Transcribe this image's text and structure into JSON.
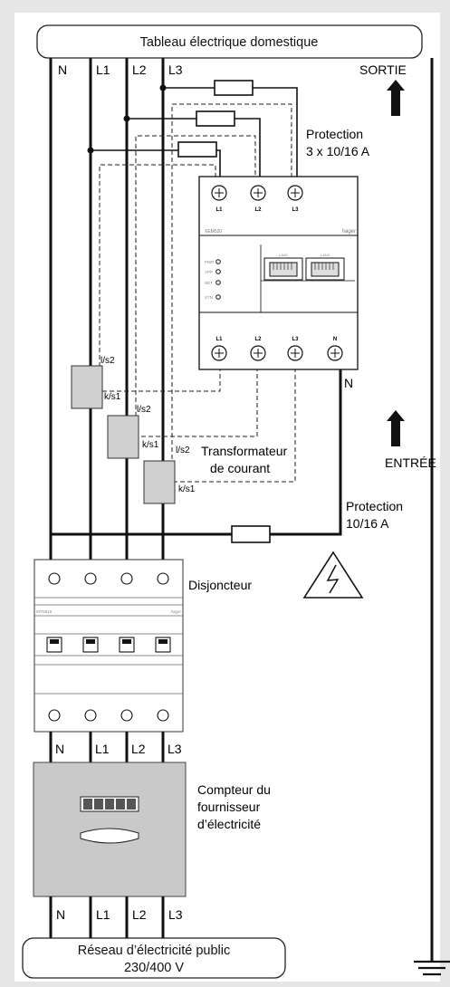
{
  "diagram": {
    "top_title": "Tableau électrique domestique",
    "bottom_title_line1": "Réseau d’électricité public",
    "bottom_title_line2": "230/400 V",
    "phase_labels": {
      "n": "N",
      "l1": "L1",
      "l2": "L2",
      "l3": "L3"
    },
    "sortie": "SORTIE",
    "entree": "ENTRÉE",
    "protection_top_line1": "Protection",
    "protection_top_line2": "3 x 10/16 A",
    "protection_bottom_line1": "Protection",
    "protection_bottom_line2": "10/16 A",
    "meter_n_label": "N",
    "transformer_line1": "Transformateur",
    "transformer_line2": "de courant",
    "ct_top_label": "l/s2",
    "ct_bottom_label": "k/s1",
    "disjoncteur": "Disjoncteur",
    "compteur_line1": "Compteur du",
    "compteur_line2": "fournisseur",
    "compteur_line3": "d’électricité",
    "meter": {
      "brand": "hager",
      "model": "XEM520",
      "terminal_labels": [
        "L1",
        "L2",
        "L3"
      ],
      "bottom_terminal_labels": [
        "L1",
        "L2",
        "L3",
        "N"
      ],
      "led_labels": [
        "PWR",
        "APP",
        "NET",
        "STN"
      ],
      "lan_labels": [
        "LAN1",
        "LAN2"
      ]
    },
    "breaker_brand": "hager",
    "breaker_model": "MTN616"
  }
}
